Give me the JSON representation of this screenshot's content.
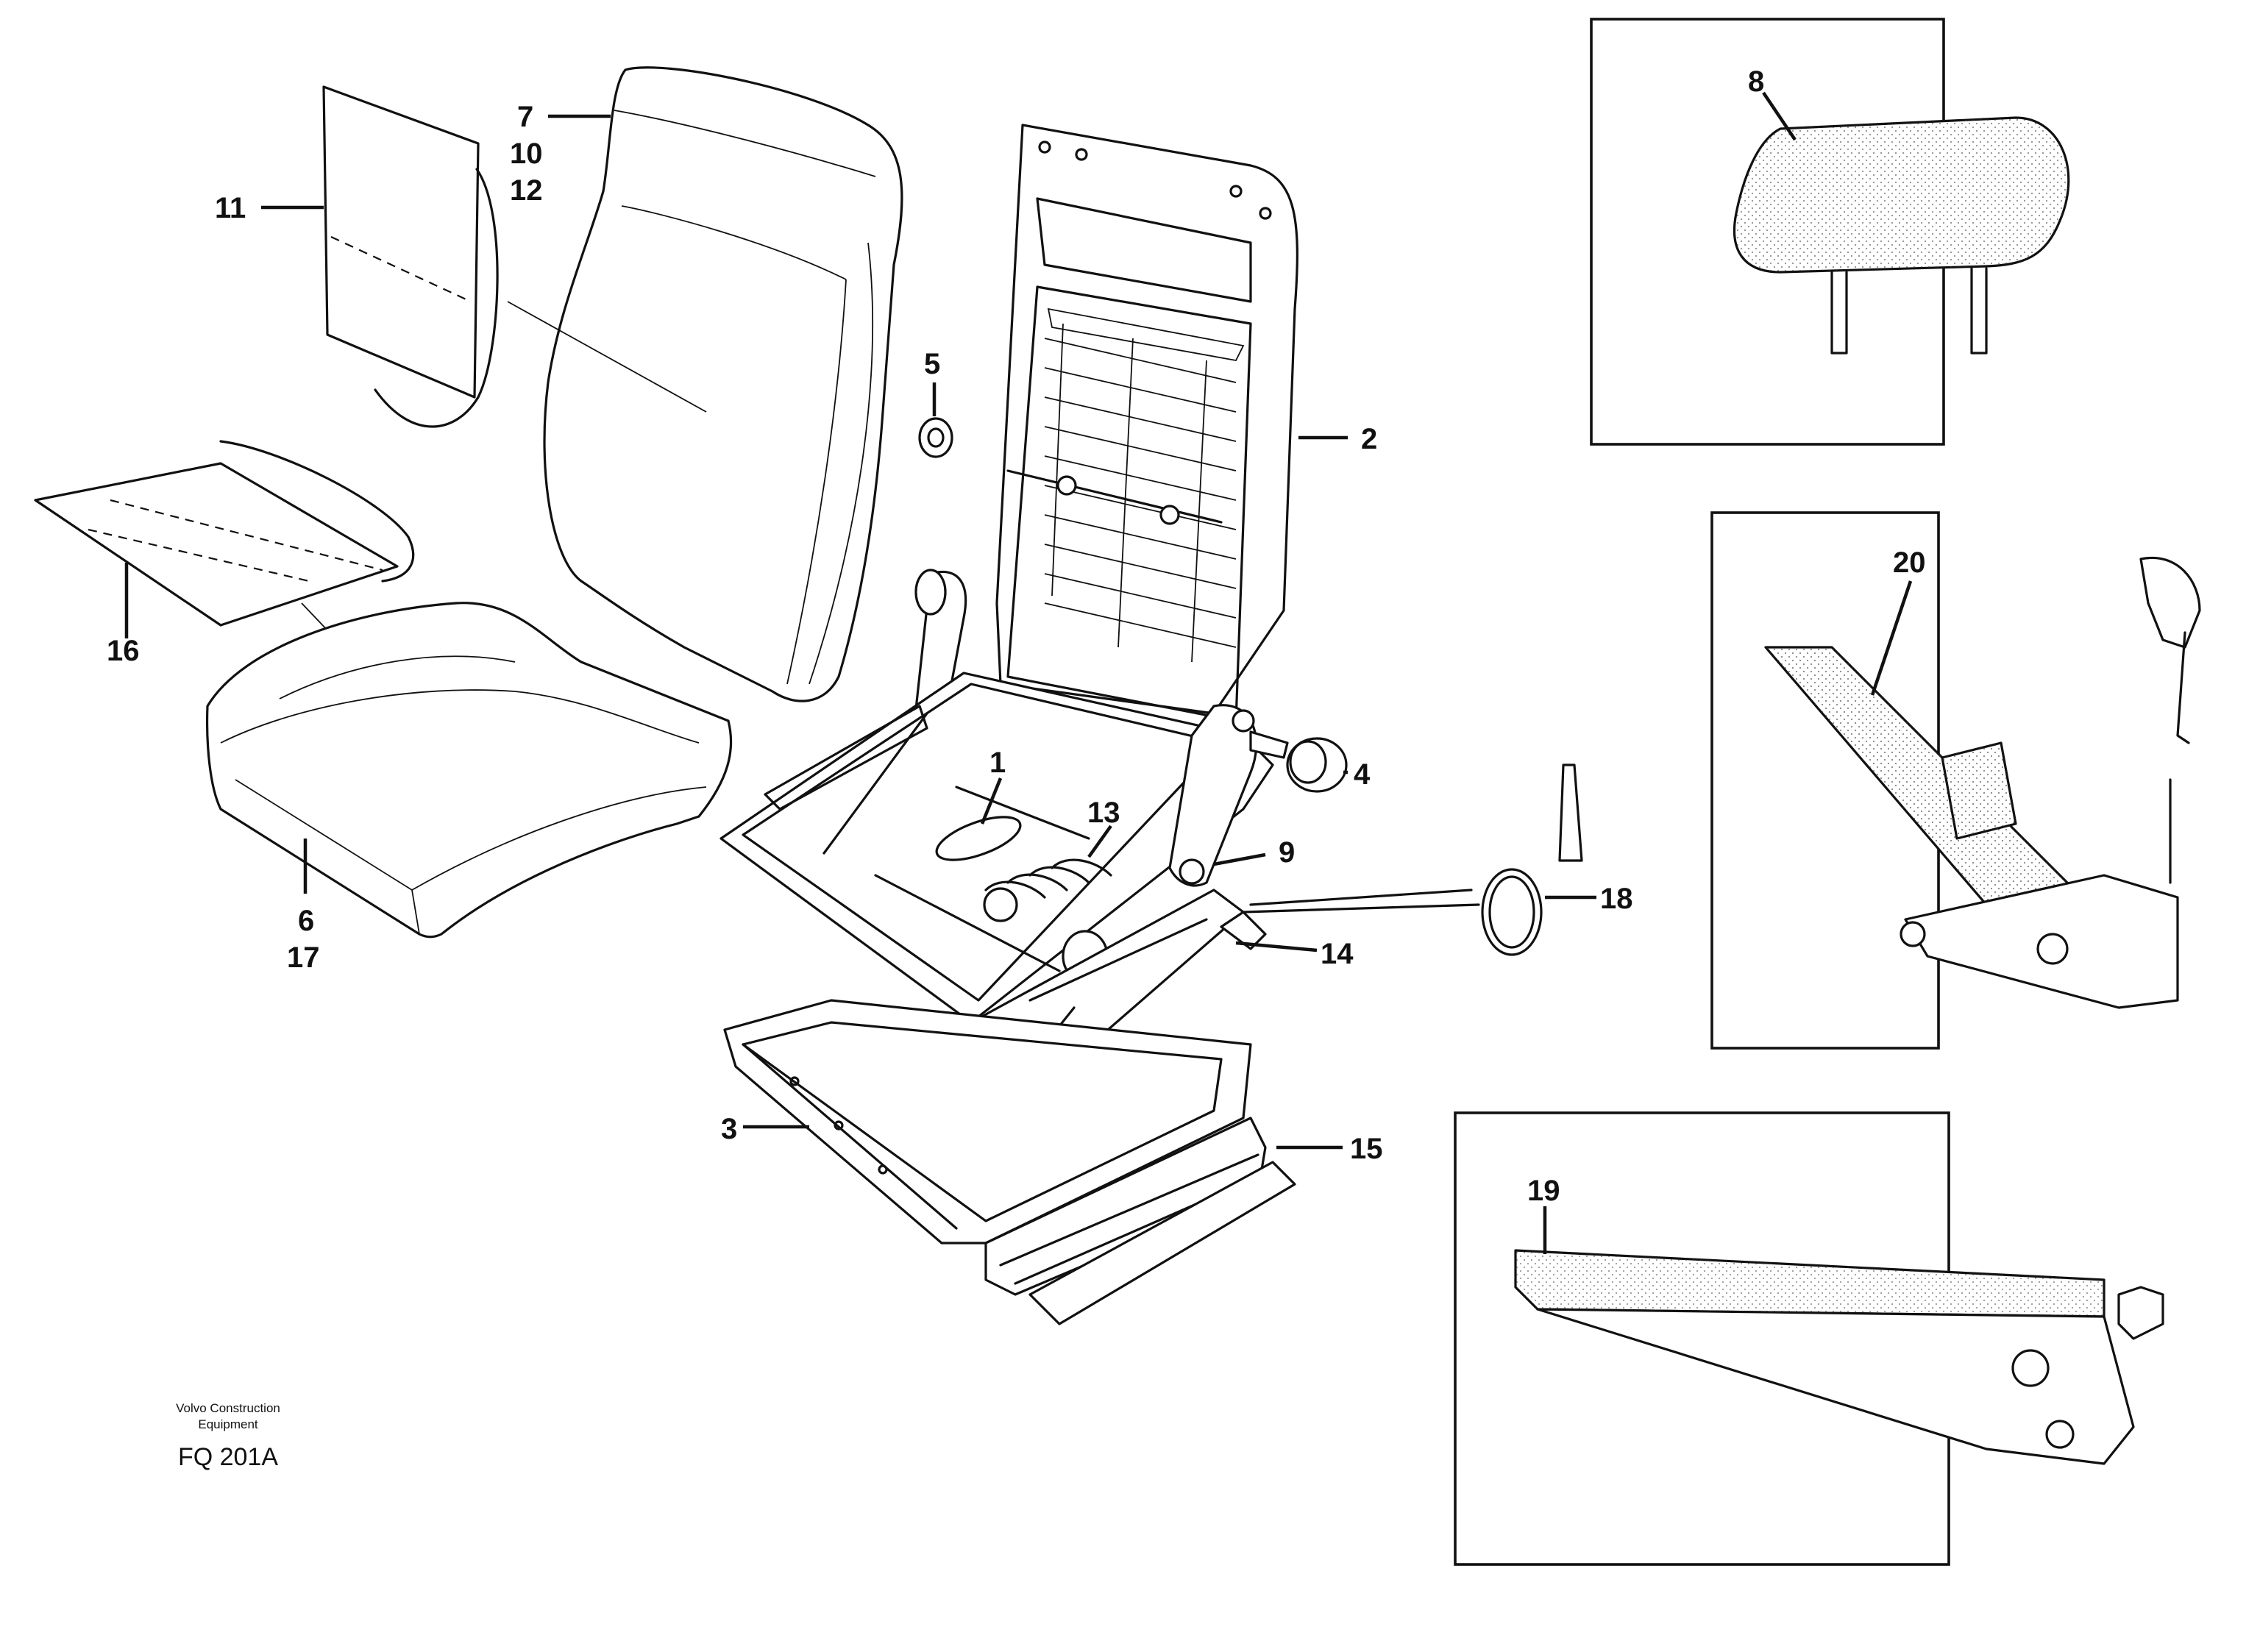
{
  "callouts": {
    "c1": "1",
    "c2": "2",
    "c3": "3",
    "c4": "4",
    "c5": "5",
    "c6": "6",
    "c7": "7",
    "c8": "8",
    "c9": "9",
    "c10": "10",
    "c11": "11",
    "c12": "12",
    "c13": "13",
    "c14": "14",
    "c15": "15",
    "c16": "16",
    "c17": "17",
    "c18": "18",
    "c19": "19",
    "c20": "20"
  },
  "footer": {
    "brand_line1": "Volvo Construction",
    "brand_line2": "Equipment",
    "figure_code": "FQ 201A"
  }
}
